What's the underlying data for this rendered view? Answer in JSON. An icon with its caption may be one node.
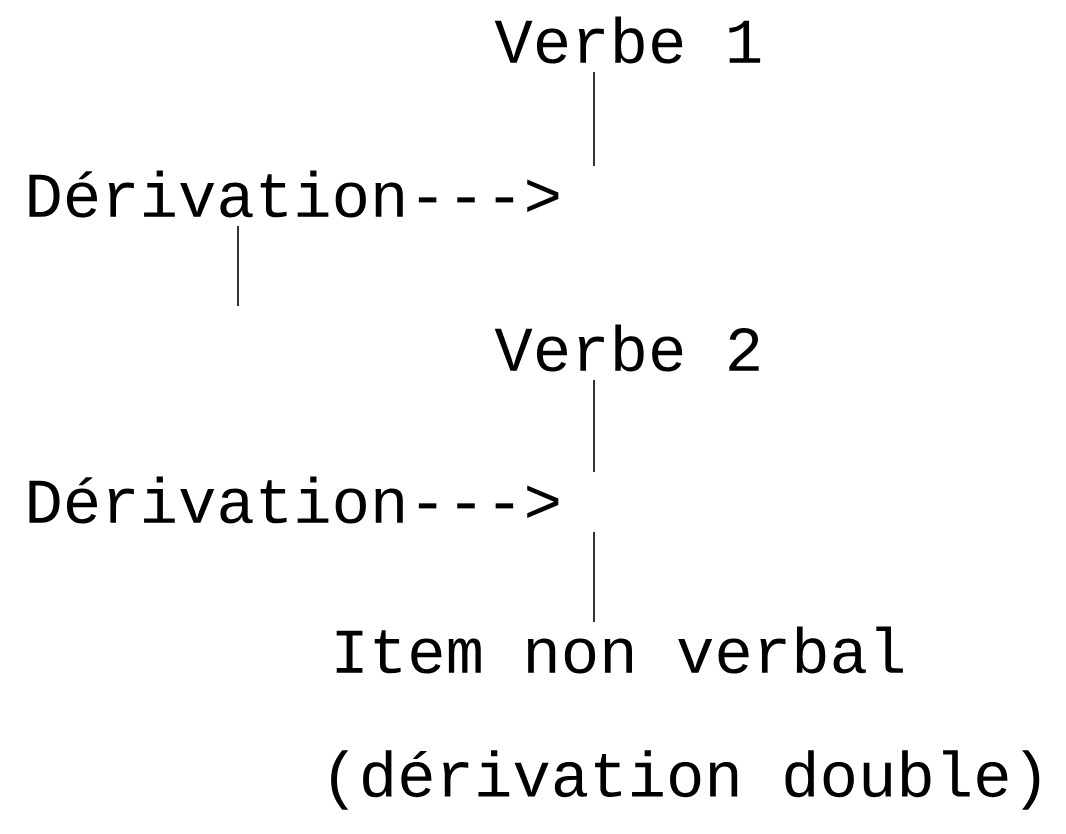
{
  "diagram": {
    "caption": "(dérivation double)",
    "nodes": [
      {
        "text": [
          "Verbe 1"
        ]
      },
      {
        "text": [
          "Dérivation--->"
        ]
      },
      {
        "text": [
          "Verbe 2"
        ]
      },
      {
        "text": [
          "Dérivation--->"
        ]
      },
      {
        "text": [
          "Item non verbal"
        ]
      }
    ],
    "edges": [
      {
        "from": 0,
        "to": 1,
        "arrow": "none"
      },
      {
        "from": 1,
        "to": null,
        "arrow": "none"
      },
      {
        "from": 2,
        "to": 3,
        "arrow": "none"
      },
      {
        "from": 3,
        "to": 4,
        "arrow": "none"
      }
    ]
  }
}
